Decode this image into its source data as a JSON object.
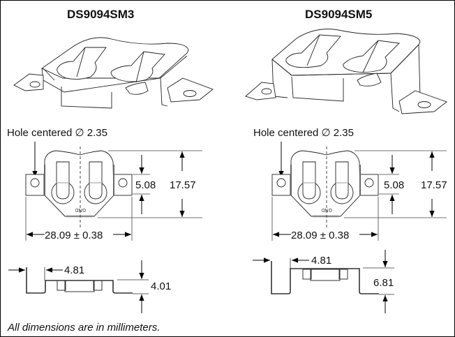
{
  "figure": {
    "note": "All dimensions are in millimeters.",
    "parts": [
      {
        "title": "DS9094SM3",
        "hole_label": "Hole centered ∅ 2.35",
        "dim_pitch": "5.08",
        "dim_depth": "17.57",
        "dim_width": "28.09 ± 0.38",
        "dim_side_offset": "4.81",
        "dim_height": "4.01",
        "pad_label": "GND"
      },
      {
        "title": "DS9094SM5",
        "hole_label": "Hole centered ∅ 2.35",
        "dim_pitch": "5.08",
        "dim_depth": "17.57",
        "dim_width": "28.09 ± 0.38",
        "dim_side_offset": "4.81",
        "dim_height": "6.81",
        "pad_label": "GND"
      }
    ]
  }
}
